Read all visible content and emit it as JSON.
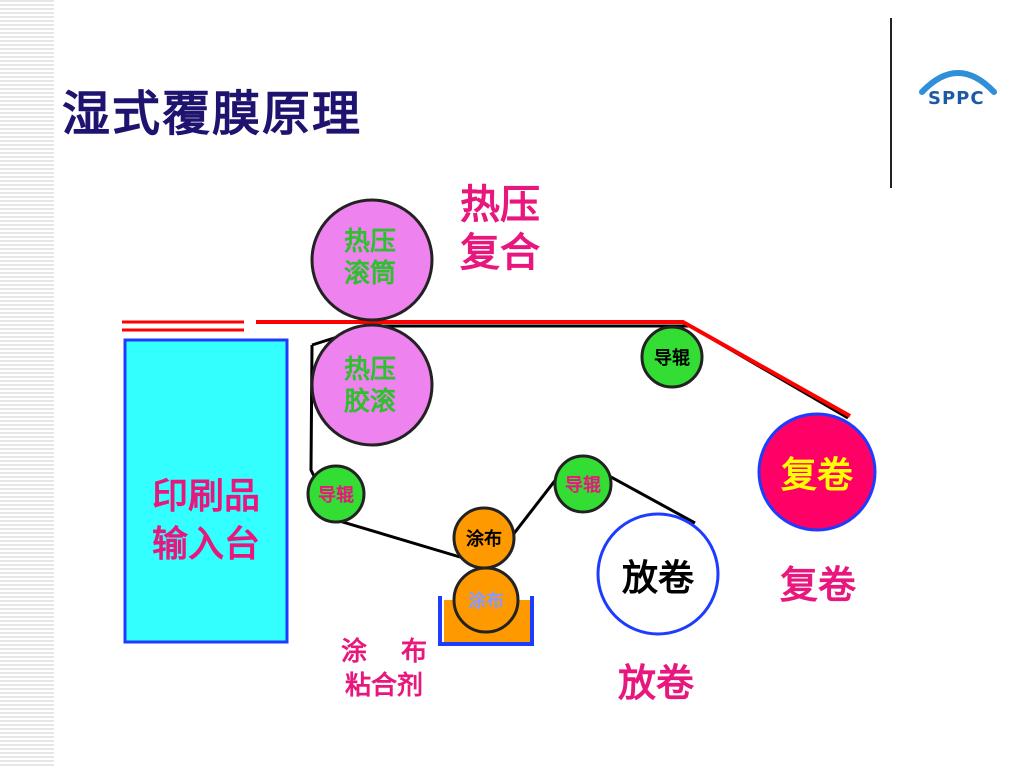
{
  "slide": {
    "title": "湿式覆膜原理",
    "logo": {
      "text": "SPPC"
    }
  },
  "diagram": {
    "hot_press_roller": {
      "line1": "热压",
      "line2": "滚筒"
    },
    "hot_press_rubber_roller": {
      "line1": "热压",
      "line2": "胶滚"
    },
    "guide_roller_top": {
      "label": "导辊"
    },
    "guide_roller_left": {
      "label": "导辊"
    },
    "guide_roller_mid": {
      "label": "导辊"
    },
    "coating_roller": {
      "label": "涂布"
    },
    "glue_roller": {
      "label": "涂布"
    },
    "rewind_roll": {
      "label": "复卷"
    },
    "unwind_roll": {
      "label": "放卷"
    },
    "label_hot_press_combine": {
      "line1": "热压",
      "line2": "复合"
    },
    "label_feed_table": {
      "line1": "印刷品",
      "line2": "输入台"
    },
    "label_coating_adhesive": {
      "line1_a": "涂",
      "line1_b": "布",
      "line2": "粘合剂"
    },
    "label_unwind": "放卷",
    "label_rewind": "复卷"
  },
  "colors": {
    "title": "#1e1470",
    "label_pink": "#e8177d",
    "roller_magenta": "#ee82ee",
    "roller_text_green": "#2ec02e",
    "guide_green": "#33dd33",
    "coating_orange": "#ff9900",
    "rewind_red": "#ff0066",
    "rewind_text_yellow": "#ffff00",
    "feed_table_cyan": "#33ffff",
    "laminate_red": "#ff0000"
  }
}
